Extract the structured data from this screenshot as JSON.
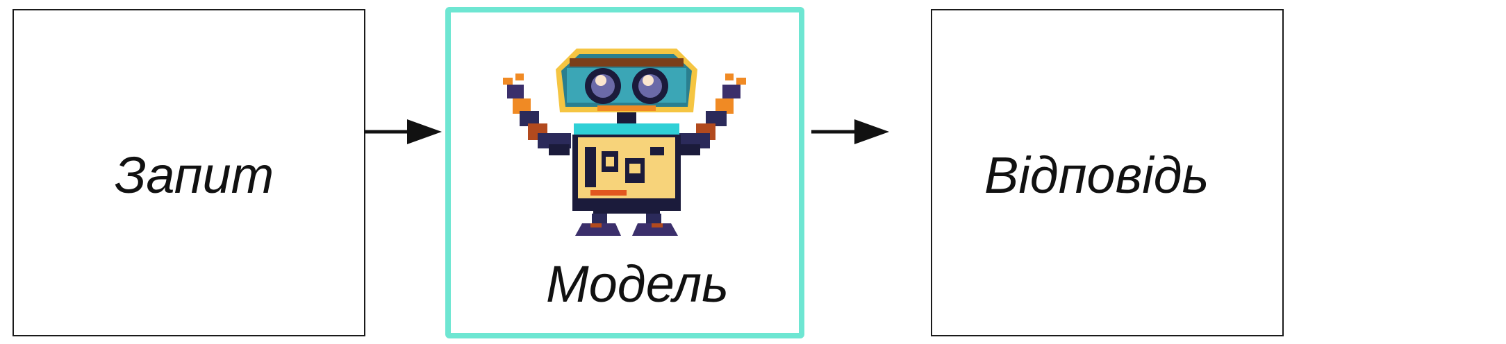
{
  "diagram": {
    "input_box": {
      "label": "Запит"
    },
    "model_box": {
      "label": "Модель",
      "border_color": "#6ee6d2",
      "icon": "robot-icon"
    },
    "output_box": {
      "label": "Відповідь"
    },
    "arrows": [
      {
        "from": "input_box",
        "to": "model_box"
      },
      {
        "from": "model_box",
        "to": "output_box"
      }
    ]
  }
}
